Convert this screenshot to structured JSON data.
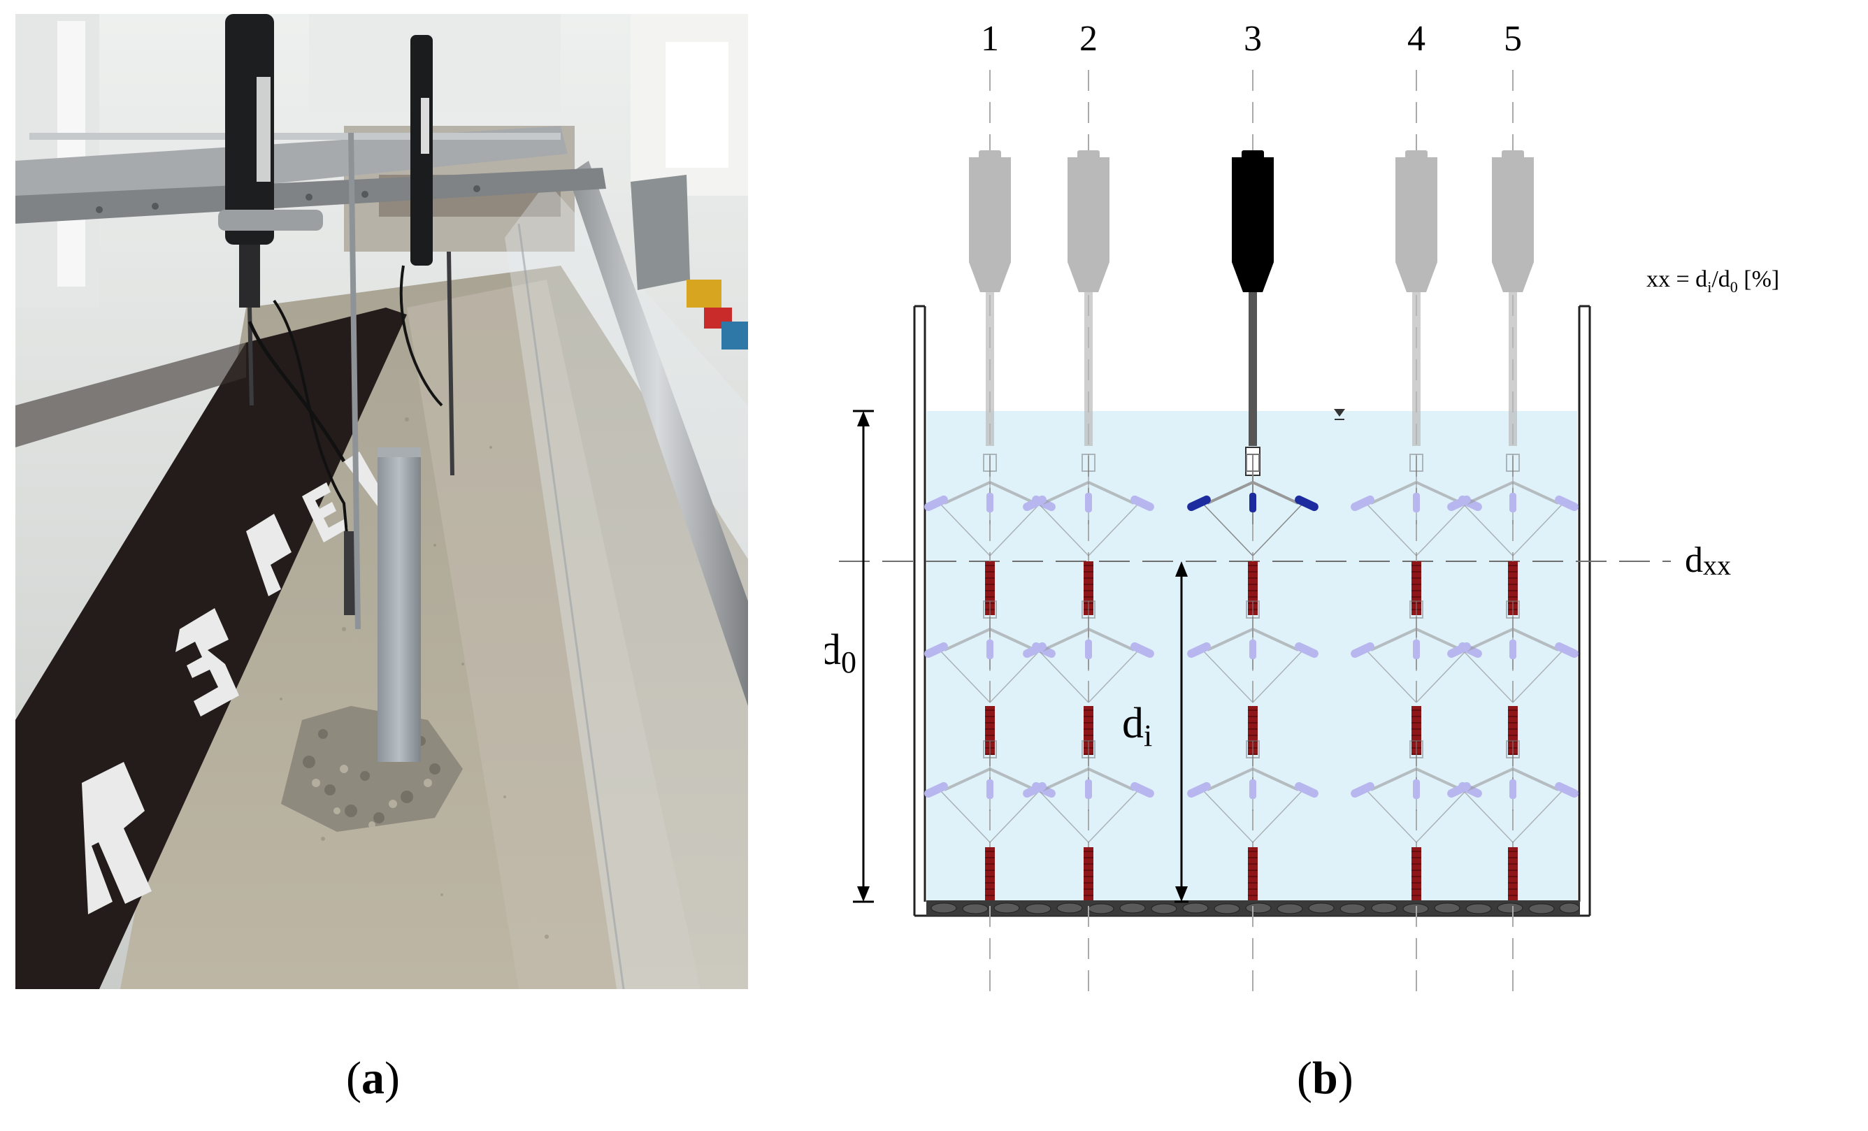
{
  "panels": {
    "a": {
      "caption_open": "(",
      "caption_letter": "a",
      "caption_close": ")",
      "wall_text": "R 3 P Ξ Λ"
    },
    "b": {
      "caption_open": "(",
      "caption_letter": "b",
      "caption_close": ")"
    }
  },
  "diagram": {
    "columns": [
      "1",
      "2",
      "3",
      "4",
      "5"
    ],
    "highlighted_column": "3",
    "formula": {
      "lhs": "xx = d",
      "sub1": "i",
      "mid": "/d",
      "sub2": "0",
      "rhs": " [%]"
    },
    "label_dxx": {
      "base": "d",
      "sub": "xx"
    },
    "label_d0": {
      "base": "d",
      "sub": "0"
    },
    "label_di": {
      "base": "d",
      "sub": "i"
    }
  },
  "colors": {
    "water": "#dff2fa",
    "tripod": "#b7b6ee",
    "probe_grey": "#b9b9b9",
    "probe_black": "#000000",
    "rod_red": "#8e1518",
    "highlight_blue": "#1c2c9e"
  }
}
